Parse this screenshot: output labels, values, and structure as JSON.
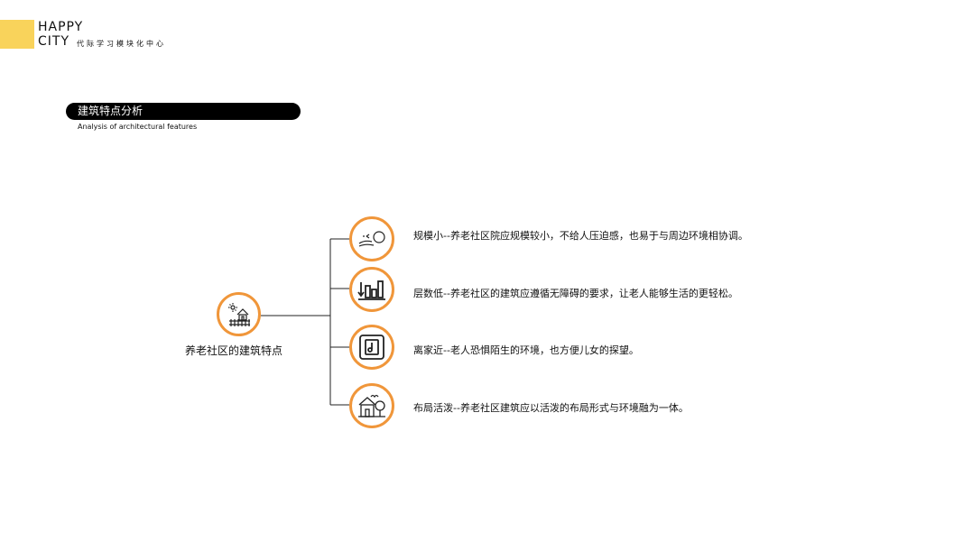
{
  "brand": {
    "line1": "HAPPY",
    "line2": "CITY",
    "subtitle": "代际学习模块化中心",
    "accent_color": "#f9d35b"
  },
  "section": {
    "title": "建筑特点分析",
    "subtitle_en": "Analysis of architectural features"
  },
  "diagram": {
    "center_label": "养老社区的建筑特点",
    "center_icon": "house-with-fence-icon",
    "circle_color": "#f0963a",
    "items": [
      {
        "icon": "people-scale-icon",
        "text": "规模小--养老社区院应规模较小，不给人压迫感，也易于与周边环境相协调。"
      },
      {
        "icon": "low-buildings-icon",
        "text": "层数低--养老社区的建筑应遵循无障碍的要求，让老人能够生活的更轻松。"
      },
      {
        "icon": "door-icon",
        "text": "离家近--老人恐惧陌生的环境，也方便儿女的探望。"
      },
      {
        "icon": "house-tree-icon",
        "text": "布局活泼--养老社区建筑应以活泼的布局形式与环境融为一体。"
      }
    ]
  }
}
